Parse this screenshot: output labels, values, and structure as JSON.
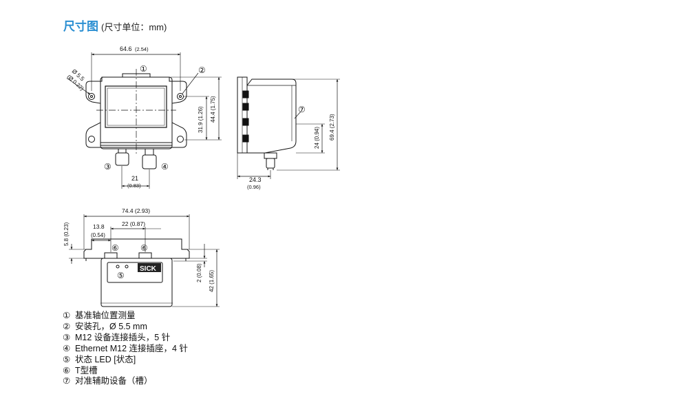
{
  "title": {
    "main": "尺寸图",
    "sub": "(尺寸单位：mm)"
  },
  "markers": {
    "m1": "①",
    "m2": "②",
    "m3": "③",
    "m4": "④",
    "m5": "⑤",
    "m6": "⑥",
    "m7": "⑦"
  },
  "front_view": {
    "width_mm": "64.6",
    "width_in": "(2.54)",
    "hole_mm": "Ø 5.5",
    "hole_in": "(Ø 0.22)",
    "height_a": "31.9 (1.26)",
    "height_b": "44.4 (1.75)",
    "conn_mm": "21",
    "conn_in": "(0.83)"
  },
  "side_view": {
    "height": "69.4 (2.73)",
    "aux": "24 (0.94)",
    "depth_mm": "24.3",
    "depth_in": "(0.96)"
  },
  "top_view": {
    "width": "74.4 (2.93)",
    "a_mm": "13.8",
    "a_in": "(0.54)",
    "b": "22 (0.87)",
    "c": "5.8 (0.23)",
    "d": "2 (0.08)",
    "e": "42 (1.65)",
    "brand": "SICK"
  },
  "legend": [
    {
      "num": "①",
      "text": "基准轴位置测量"
    },
    {
      "num": "②",
      "text": "安装孔，Ø 5.5 mm"
    },
    {
      "num": "③",
      "text": "M12 设备连接插头，5 针"
    },
    {
      "num": "④",
      "text": "Ethernet M12 连接插座，4 针"
    },
    {
      "num": "⑤",
      "text": "状态 LED [状态]"
    },
    {
      "num": "⑥",
      "text": "T型槽"
    },
    {
      "num": "⑦",
      "text": "对准辅助设备（槽）"
    }
  ]
}
